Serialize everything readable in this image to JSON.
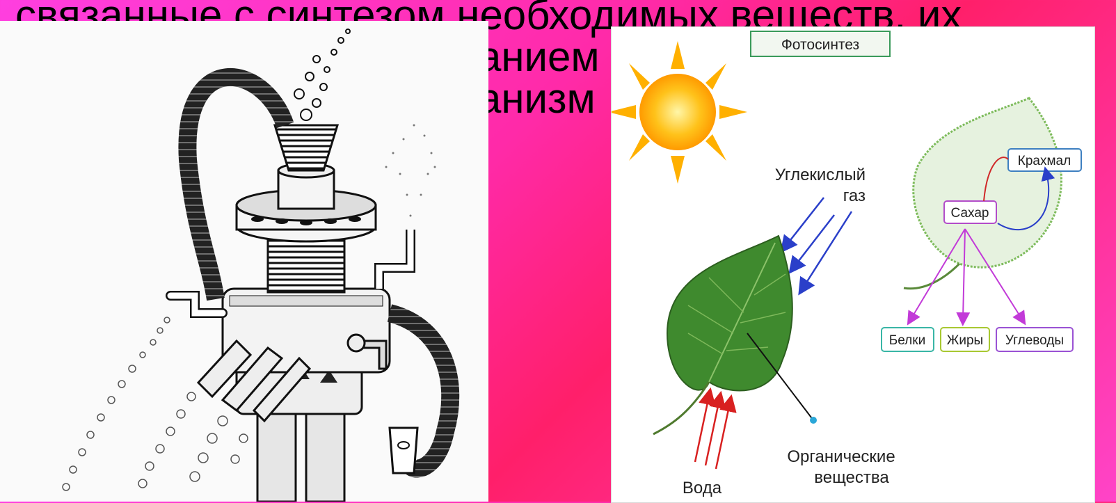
{
  "slide": {
    "text_lines": [
      "связанные с синтезом необходимых веществ, их",
      "анием",
      "анизм"
    ]
  },
  "diagram": {
    "title": "Фотосинтез",
    "co2_label": "Углекислый\nгаз",
    "co2_label_line1": "Углекислый",
    "co2_label_line2": "газ",
    "water_label": "Вода",
    "organic_label_line1": "Органические",
    "organic_label_line2": "вещества",
    "starch": "Крахмал",
    "sugar": "Сахар",
    "proteins": "Белки",
    "fats": "Жиры",
    "carbs": "Углеводы"
  },
  "colors": {
    "background_start": "#ff3fe0",
    "background_mid": "#ff1f6a",
    "leaf": "#3f8a2e",
    "co2_arrow": "#2a3fc9",
    "water_arrow": "#d82020",
    "sugar_box": "#b24cc9",
    "starch_box": "#3d7fc0",
    "proteins_box": "#39b6a6",
    "fats_box": "#a8c832",
    "carbs_box": "#9a52d4"
  }
}
